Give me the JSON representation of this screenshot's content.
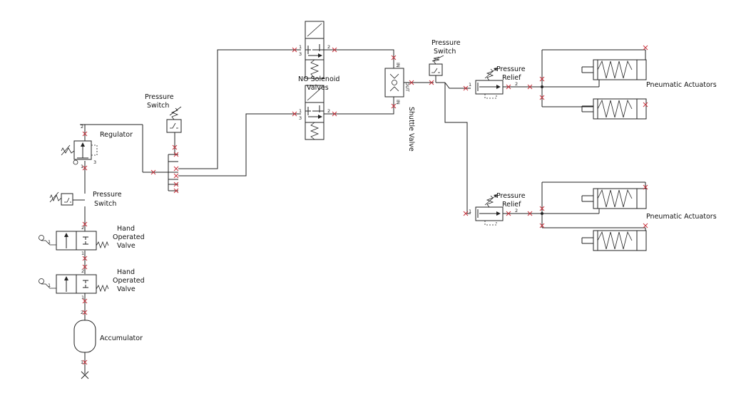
{
  "labels": {
    "regulator": "Regulator",
    "pressure_switch_left_1": "Pressure",
    "pressure_switch_left_2": "Switch",
    "hand_valve_1_line1": "Hand",
    "hand_valve_1_line2": "Operated",
    "hand_valve_1_line3": "Valve",
    "hand_valve_2_line1": "Hand",
    "hand_valve_2_line2": "Operated",
    "hand_valve_2_line3": "Valve",
    "accumulator": "Accumulator",
    "pressure_switch_mid_1": "Pressure",
    "pressure_switch_mid_2": "Switch",
    "solenoid_valves_1": "NO Solenoid",
    "solenoid_valves_2": "Valves",
    "shuttle_valve": "Shuttle Valve",
    "pressure_switch_right_1": "Pressure",
    "pressure_switch_right_2": "Switch",
    "pressure_relief_top_1": "Pressure",
    "pressure_relief_top_2": "Relief",
    "pressure_relief_bottom_1": "Pressure",
    "pressure_relief_bottom_2": "Relief",
    "actuators_top": "Pneumatic Actuators",
    "actuators_bottom": "Pneumatic Actuators"
  },
  "port_numbers": {
    "one": "1",
    "two": "2",
    "three": "3"
  },
  "shuttle_ports": {
    "in": "IN",
    "out": "OUT"
  }
}
